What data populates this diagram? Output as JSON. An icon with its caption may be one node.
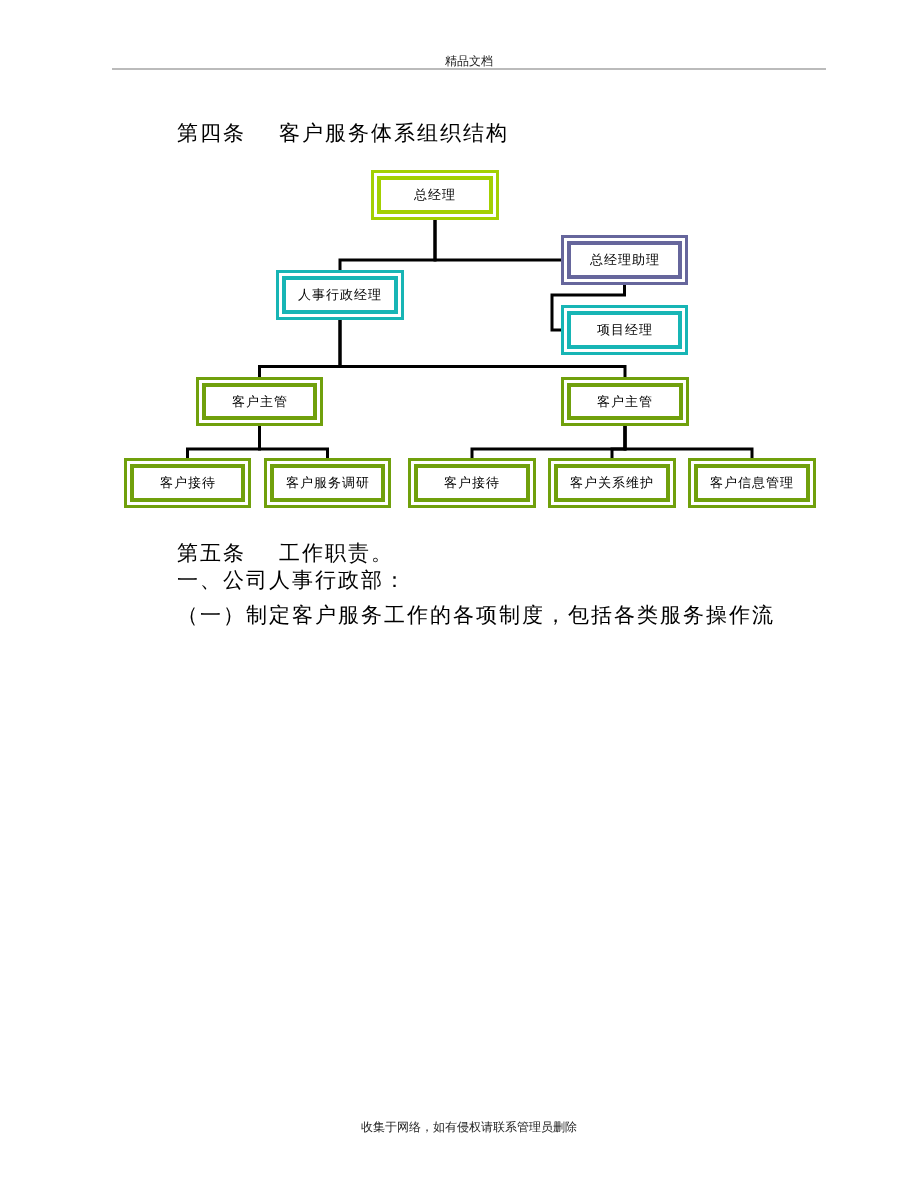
{
  "diagram": {
    "title": "第四条 客户服务体系组织结构",
    "nodes": [
      {
        "text": [
          "总经理"
        ]
      },
      {
        "text": [
          "总经理助理"
        ]
      },
      {
        "text": [
          "人事行政经理"
        ]
      },
      {
        "text": [
          "项目经理"
        ]
      },
      {
        "text": [
          "客户主管"
        ]
      },
      {
        "text": [
          "客户主管"
        ]
      },
      {
        "text": [
          "客户接待"
        ]
      },
      {
        "text": [
          "客户服务调研"
        ]
      },
      {
        "text": [
          "客户接待"
        ]
      },
      {
        "text": [
          "客户关系维护"
        ]
      },
      {
        "text": [
          "客户信息管理"
        ]
      }
    ],
    "edges": [
      {
        "from": 0,
        "to": 2,
        "arrow": "none"
      },
      {
        "from": 0,
        "to": 1,
        "arrow": "none"
      },
      {
        "from": 1,
        "to": 3,
        "arrow": "none"
      },
      {
        "from": 2,
        "to": 4,
        "arrow": "none"
      },
      {
        "from": 2,
        "to": 5,
        "arrow": "none"
      },
      {
        "from": 4,
        "to": 6,
        "arrow": "none"
      },
      {
        "from": 4,
        "to": 7,
        "arrow": "none"
      },
      {
        "from": 5,
        "to": 8,
        "arrow": "none"
      },
      {
        "from": 5,
        "to": 9,
        "arrow": "none"
      },
      {
        "from": 5,
        "to": 10,
        "arrow": "none"
      }
    ],
    "labels": [
      "精品文档",
      "第五条 工作职责。",
      "一、公司人事行政部：",
      "（一）制定客户服务工作的各项制度，包括各类服务操作流",
      "收集于网络，如有侵权请联系管理员删除"
    ]
  }
}
